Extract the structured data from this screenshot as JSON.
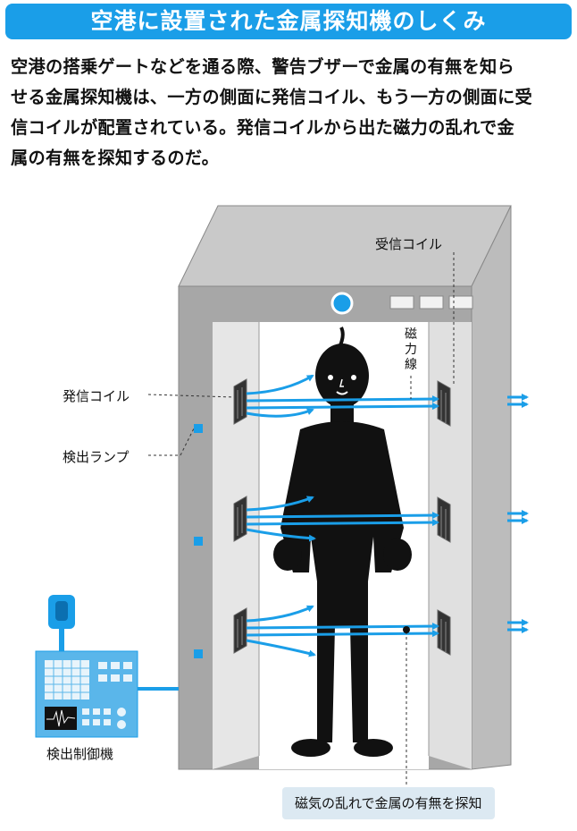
{
  "title": "空港に設置された金属探知機のしくみ",
  "intro": [
    "空港の搭乗ゲートなどを通る際、警告ブザーで金属の有無を知ら",
    "せる金属探知機は、一方の側面に発信コイル、もう一方の側面に受",
    "信コイルが配置されている。発信コイルから出た磁力の乱れで金",
    "属の有無を探知するのだ。"
  ],
  "labels": {
    "receive_coil": "受信コイル",
    "magnetic_lines": [
      "磁",
      "力",
      "線"
    ],
    "transmit_coil": "発信コイル",
    "detect_lamp": "検出ランプ",
    "controller": "検出制御機",
    "caption": "磁気の乱れで金属の有無を探知"
  },
  "colors": {
    "accent": "#1a9ee8",
    "frame": "#a7a7a7",
    "frame_light": "#e3e3e3",
    "person": "#111111",
    "field": "#1a9ee8"
  }
}
